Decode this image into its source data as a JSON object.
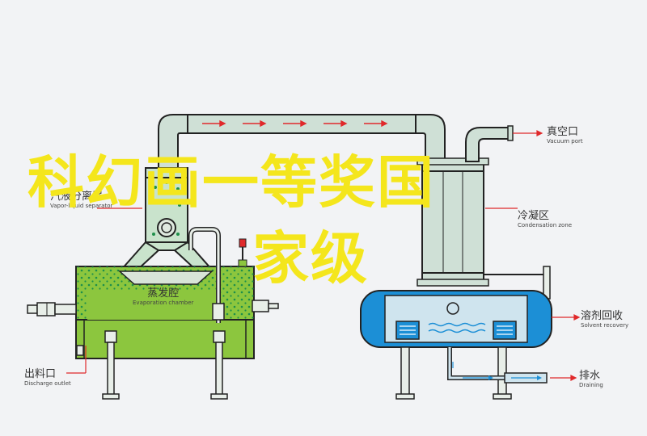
{
  "labels": {
    "vacuum_port": {
      "zh": "真空口",
      "en": "Vacuum port"
    },
    "vapor_liquid_separator": {
      "zh": "汽液分离器",
      "en": "Vapor-liquid separator"
    },
    "condensation_zone": {
      "zh": "冷凝区",
      "en": "Condensation zone"
    },
    "evaporation_chamber": {
      "zh": "蒸发腔",
      "en": "Evaporation chamber"
    },
    "solvent_recovery": {
      "zh": "溶剂回收",
      "en": "Solvent recovery"
    },
    "discharge_outlet": {
      "zh": "出料口",
      "en": "Discharge outlet"
    },
    "draining": {
      "zh": "排水",
      "en": "Draining"
    }
  },
  "overlay": {
    "line1": "科幻画一等奖国",
    "line2": "家级"
  },
  "colors": {
    "green": "#8cc63e",
    "light_green_vessel": "#c9e3cc",
    "blue": "#1c8fd6",
    "light_blue": "#cfe4ee",
    "pipe": "#cfe0d6",
    "red_arrow": "#e0292b",
    "overlay_yellow": "#f4e61c"
  }
}
